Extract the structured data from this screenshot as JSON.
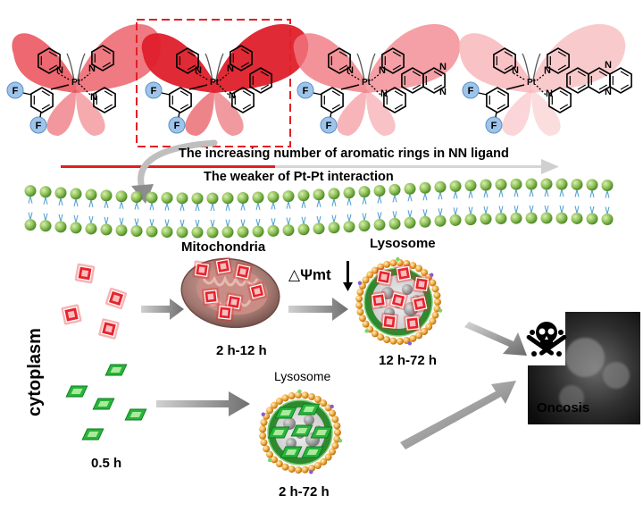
{
  "header": {
    "trend_label_1": "The increasing number of aromatic rings in NN ligand",
    "trend_label_2": "The weaker of  Pt-Pt interaction"
  },
  "molecules": [
    {
      "metal": "Pt",
      "n_label": "N",
      "f_label": "F",
      "highlighted": false,
      "wing_color": "#e8424c"
    },
    {
      "metal": "Pt",
      "n_label": "N",
      "f_label": "F",
      "highlighted": true,
      "wing_color": "#de1f2a"
    },
    {
      "metal": "Pt",
      "n_label": "N",
      "f_label": "F",
      "highlighted": false,
      "wing_color": "#f07880"
    },
    {
      "metal": "Pt",
      "n_label": "N",
      "f_label": "F",
      "highlighted": false,
      "wing_color": "#f7b3b6"
    }
  ],
  "pathway": {
    "mitochondria_label": "Mitochondria",
    "delta_psi_label": "△Ψmt",
    "lysosome_top_label": "Lysosome",
    "lysosome_bottom_label": "Lysosome",
    "time_mito": "2 h-12 h",
    "time_lyso_top": "12 h-72 h",
    "time_lyso_bottom": "2 h-72 h",
    "time_cytoplasm": "0.5 h",
    "cytoplasm_label": "cytoplasm",
    "outcome_label": "Oncosis"
  },
  "colors": {
    "red_complex": "#e8242c",
    "green_complex": "#27b53a",
    "membrane_head": "#7fb446",
    "membrane_tail": "#4fa0d0",
    "trend_arrow": "#e02020",
    "mito_body": "#9b6f68",
    "lyso_outer": "#e6a23a",
    "lyso_ring": "#2f8a2f"
  }
}
